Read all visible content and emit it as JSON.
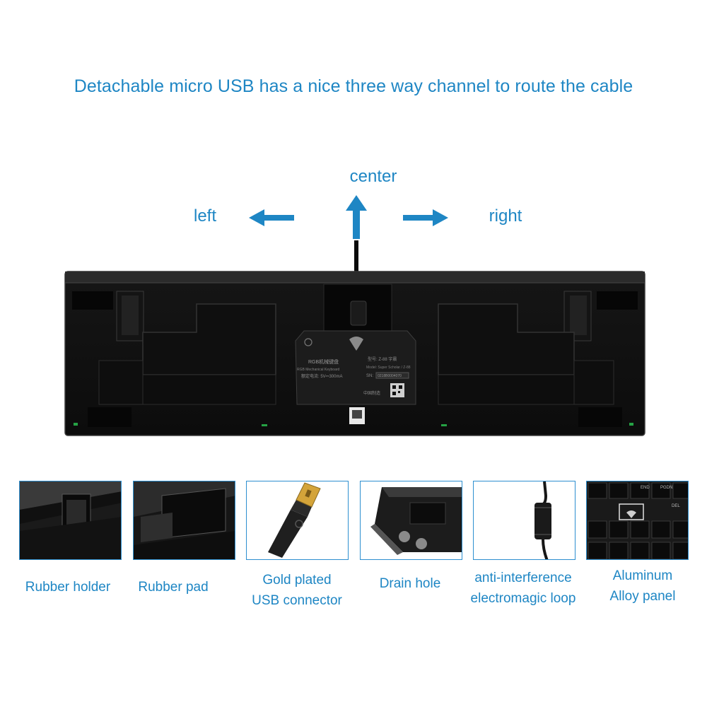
{
  "headline": "Detachable micro USB has a nice three way channel to route the cable",
  "directions": {
    "center": "center",
    "left": "left",
    "right": "right"
  },
  "keyboard_label": {
    "title": "RGB机械键盘",
    "subtitle": "RGB Mechanical Keyboard",
    "rated": "额定电流: 5V⎓300mA",
    "model_cn": "型号: Z-88 宇晨",
    "model_en": "Model: Super Scholar / Z-88",
    "sn_label": "SN:",
    "sn_value": "0218B0004070",
    "made_in": "中国制造"
  },
  "features": [
    {
      "id": "rubber-holder",
      "lines": [
        "Rubber holder"
      ]
    },
    {
      "id": "rubber-pad",
      "lines": [
        "Rubber pad"
      ]
    },
    {
      "id": "gold-plated-usb",
      "lines": [
        "Gold plated",
        "USB connector"
      ]
    },
    {
      "id": "drain-hole",
      "lines": [
        "Drain hole"
      ]
    },
    {
      "id": "anti-interference",
      "lines": [
        "anti-interference",
        "electromagic loop"
      ]
    },
    {
      "id": "aluminum-panel",
      "lines": [
        "Aluminum",
        "Alloy panel"
      ]
    }
  ],
  "keycap_labels": [
    "END",
    "PGDN",
    "DEL"
  ],
  "colors": {
    "accent": "#1e86c4",
    "thumb_border": "#2d8fd0",
    "keyboard_body": "#121212",
    "gold": "#d4a43a"
  }
}
